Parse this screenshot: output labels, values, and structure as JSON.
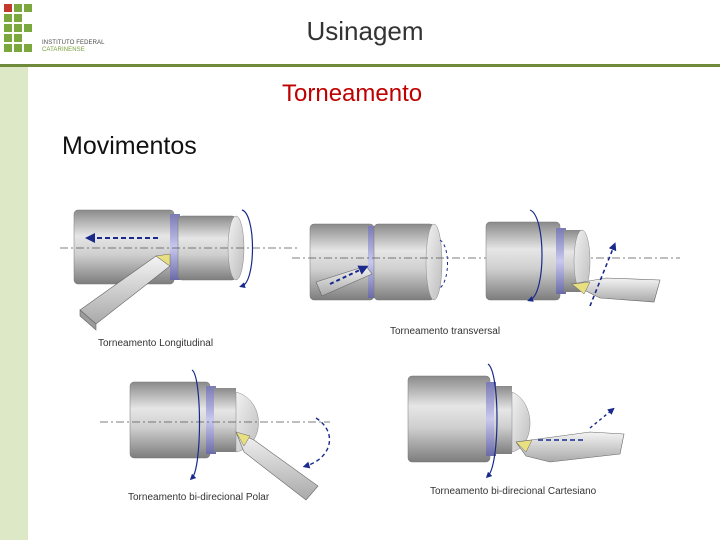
{
  "header": {
    "title": "Usinagem",
    "logo_line1": "INSTITUTO FEDERAL",
    "logo_line2": "CATARINENSE"
  },
  "slide": {
    "subtitle": "Torneamento",
    "heading": "Movimentos"
  },
  "figure": {
    "captions": {
      "longitudinal": "Torneamento Longitudinal",
      "transversal": "Torneamento transversal",
      "polar": "Torneamento bi-direcional Polar",
      "cartesiano": "Torneamento bi-direcional Cartesiano"
    }
  },
  "colors": {
    "accent_green": "#6f8a3a",
    "sidebar": "#dde8c6",
    "subtitle_red": "#c00000",
    "arrow_blue": "#1a2a8c",
    "logo_green": "#7aa83c",
    "logo_red": "#c0392b"
  }
}
